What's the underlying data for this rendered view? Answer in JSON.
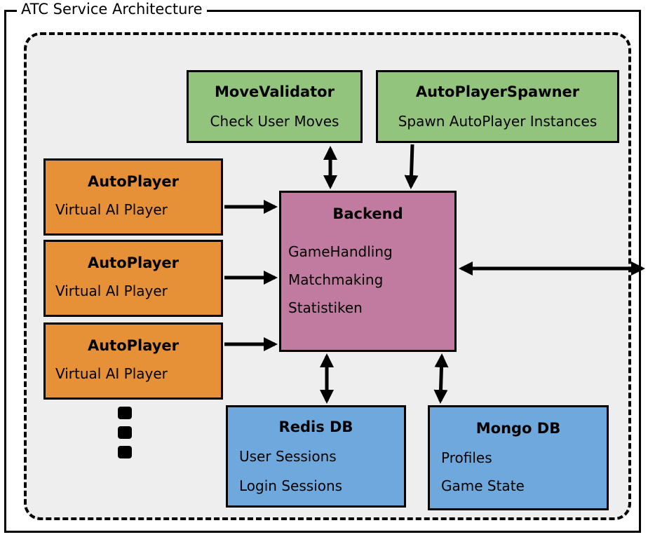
{
  "diagram": {
    "frame_title": "ATC Service Architecture",
    "move_validator": {
      "title": "MoveValidator",
      "line1": "Check User Moves"
    },
    "spawner": {
      "title": "AutoPlayerSpawner",
      "line1": "Spawn AutoPlayer Instances"
    },
    "autoplayers": [
      {
        "title": "AutoPlayer",
        "line1": "Virtual AI Player"
      },
      {
        "title": "AutoPlayer",
        "line1": "Virtual AI Player"
      },
      {
        "title": "AutoPlayer",
        "line1": "Virtual AI Player"
      }
    ],
    "backend": {
      "title": "Backend",
      "items": [
        "GameHandling",
        "Matchmaking",
        "Statistiken"
      ]
    },
    "redis": {
      "title": "Redis DB",
      "items": [
        "User Sessions",
        "Login Sessions"
      ]
    },
    "mongo": {
      "title": "Mongo DB",
      "items": [
        "Profiles",
        "Game State"
      ]
    },
    "colors": {
      "green": "#93c47d",
      "orange": "#e69138",
      "pink": "#c27ba0",
      "blue": "#6fa8dc",
      "background": "#eeeeee"
    }
  }
}
